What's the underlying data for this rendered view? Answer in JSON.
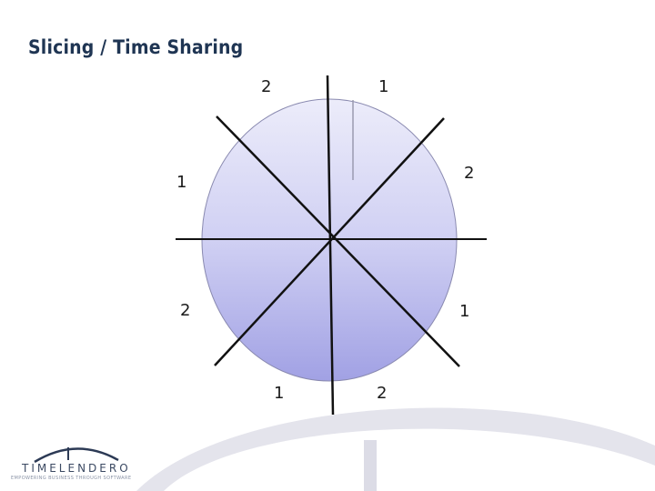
{
  "slide": {
    "title": "Slicing / Time Sharing"
  },
  "diagram": {
    "slice_labels": [
      "2",
      "1",
      "2",
      "1",
      "2",
      "1",
      "1",
      "2"
    ]
  },
  "branding": {
    "logo_text": "TIMELENDERO",
    "tagline": "EMPOWERING BUSINESS THROUGH SOFTWARE"
  },
  "colors": {
    "title": "#1f3553",
    "circle_top": "#eaeafa",
    "circle_bottom": "#a3a3e6",
    "lines": "#111111",
    "footer_arc": "#e3e3ec"
  }
}
